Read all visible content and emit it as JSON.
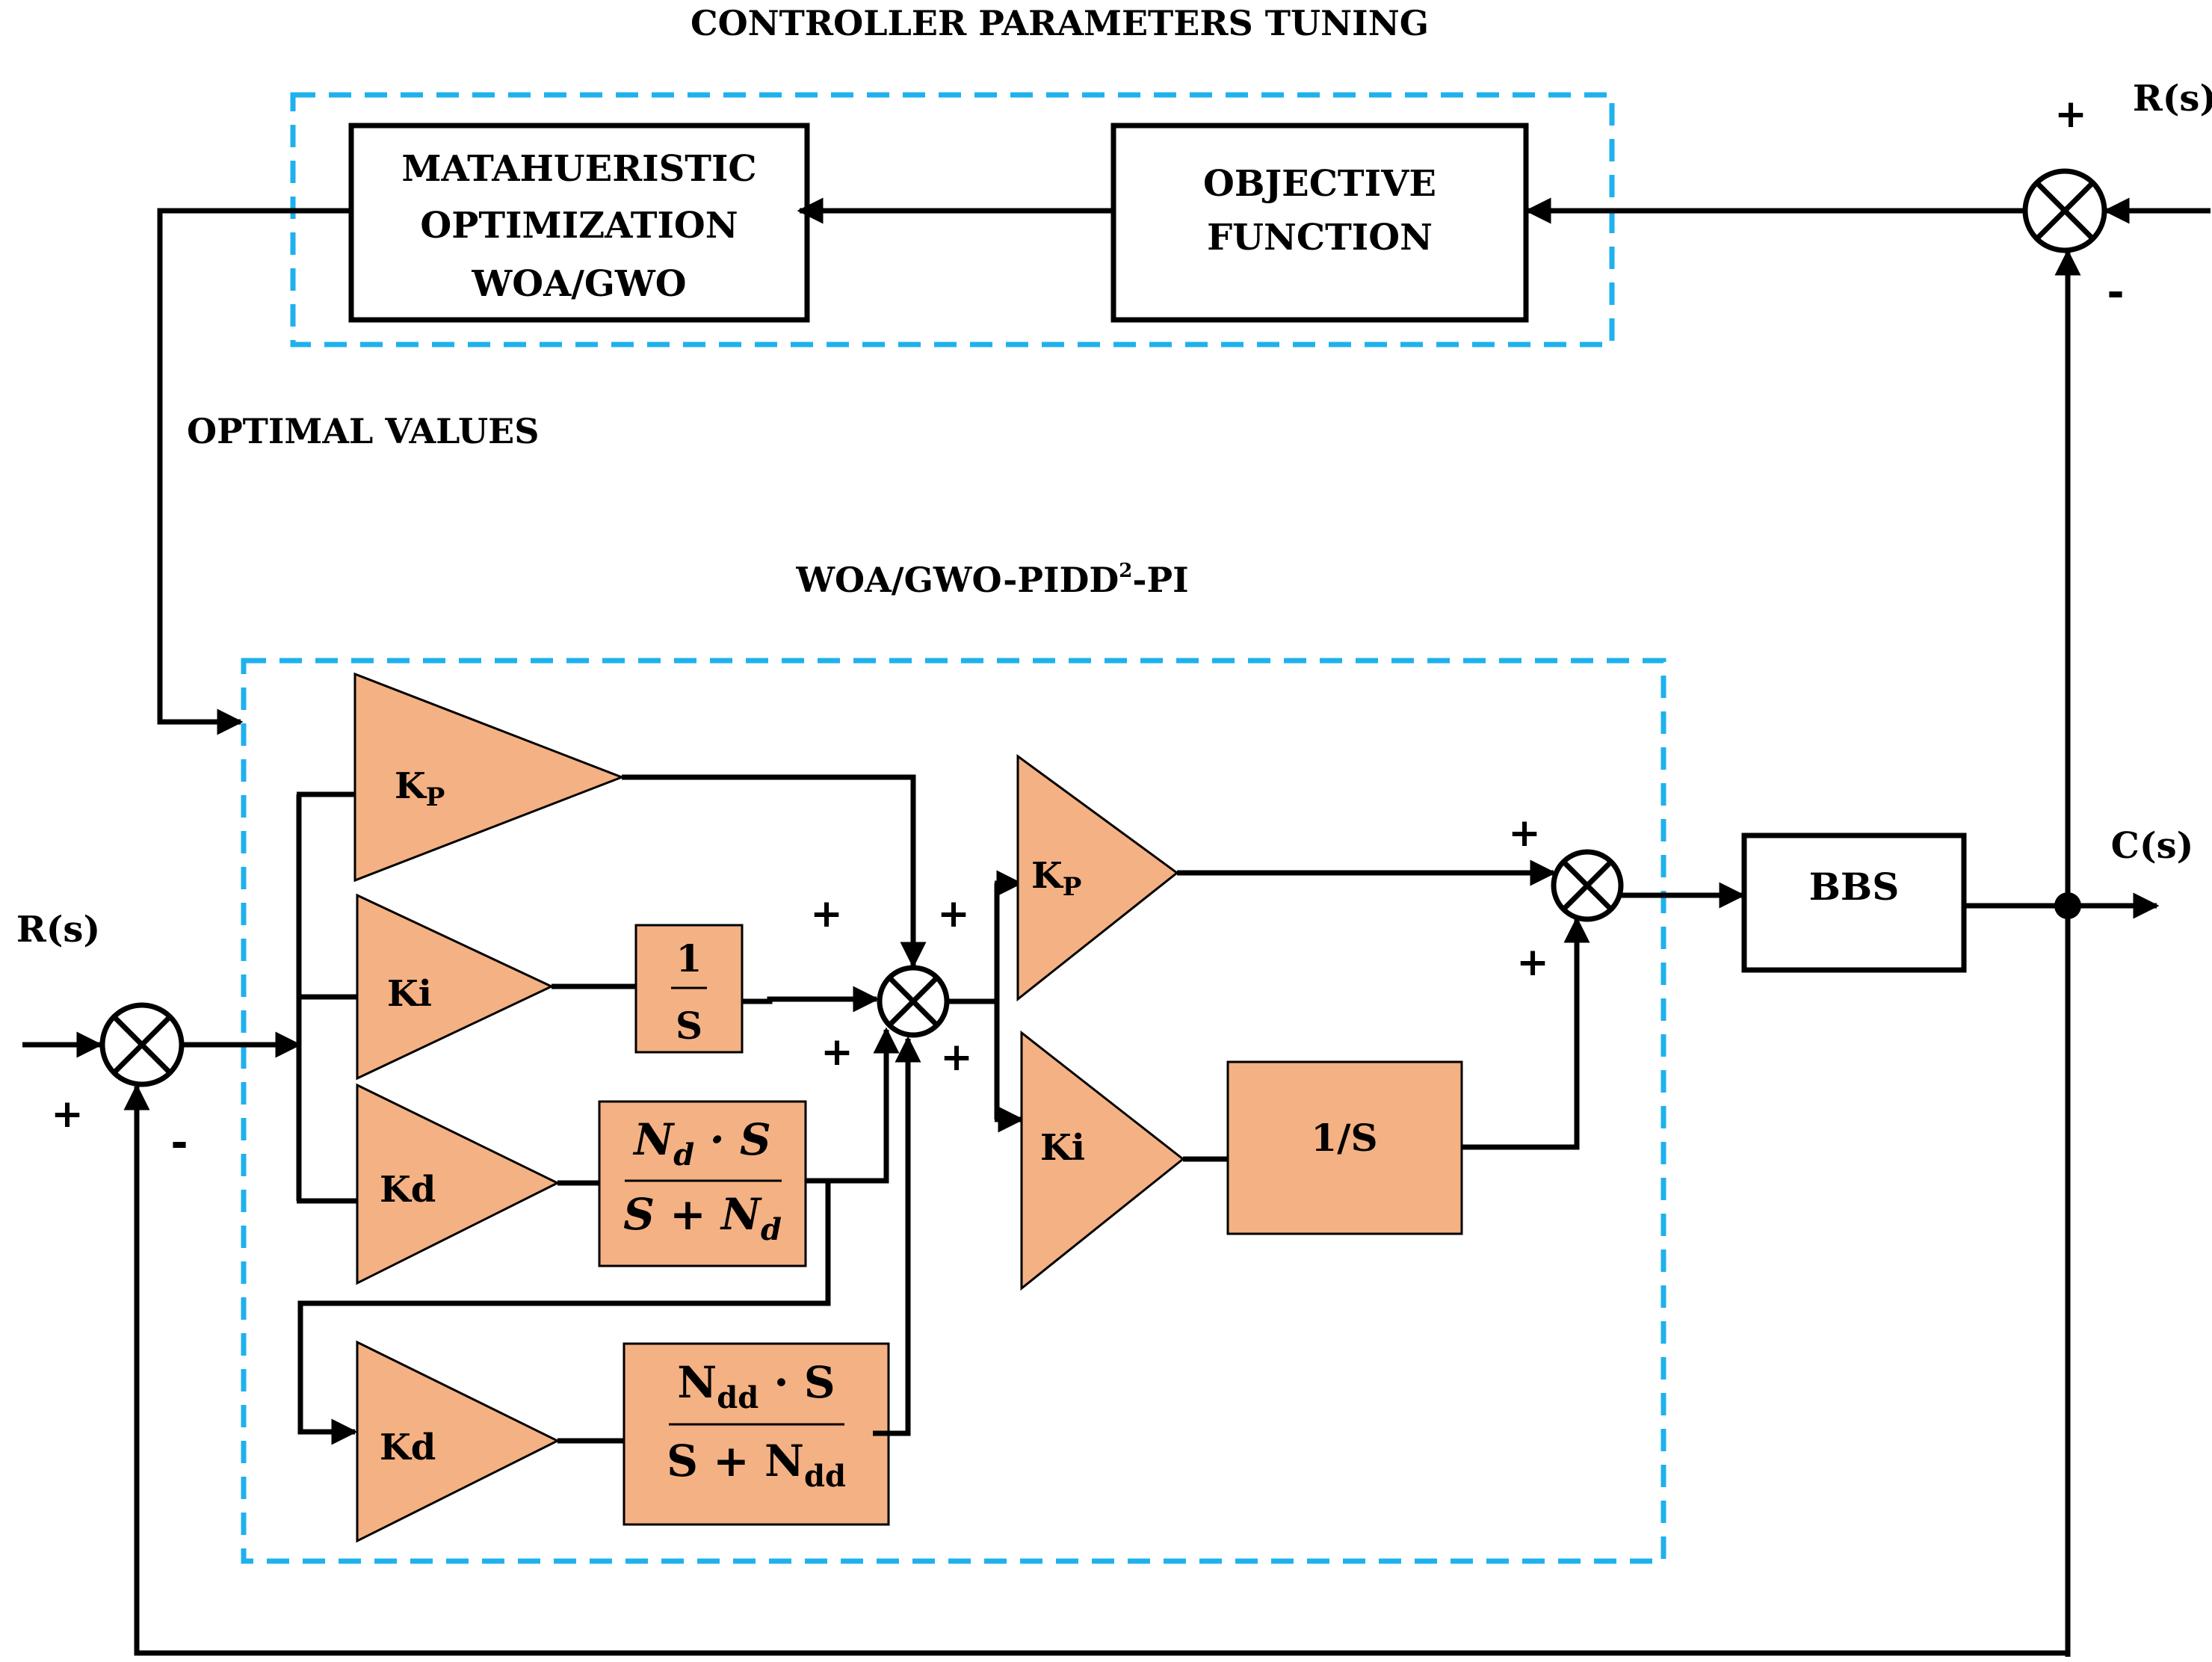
{
  "colors": {
    "accent_dashed": "#1fb1ec",
    "block_fill": "#f4b183",
    "line": "#000000"
  },
  "tuning": {
    "title": "CONTROLLER PARAMETERS TUNING",
    "optimizer": [
      "MATAHUERISTIC",
      "OPTIMIZATION",
      "WOA/GWO"
    ],
    "objective": [
      "OBJECTIVE",
      "FUNCTION"
    ],
    "r_label": "R(s)",
    "plus": "+",
    "minus": "-"
  },
  "optimal_values": "OPTIMAL VALUES",
  "controller": {
    "title_main": "WOA/GWO-PIDD",
    "title_sup": "2",
    "title_end": "-PI",
    "kp": {
      "main": "K",
      "sub": "P"
    },
    "ki": "Ki",
    "kd": "Kd",
    "integrator": {
      "num": "1",
      "den": "S"
    },
    "filter_d": {
      "num": "N",
      "num_sub": "d",
      "num_rest": " · S",
      "den": "S + N",
      "den_sub": "d"
    },
    "filter_dd": {
      "num": "N",
      "num_sub": "dd",
      "num_rest": " · S",
      "den": "S + N",
      "den_sub": "dd"
    },
    "pi_kp": {
      "main": "K",
      "sub": "P"
    },
    "pi_ki": "Ki",
    "pi_integrator": "1/S"
  },
  "plant": "BBS",
  "input_label": "R(s)",
  "output_label": "C(s)",
  "signs": {
    "plus": "+",
    "minus": "-"
  }
}
